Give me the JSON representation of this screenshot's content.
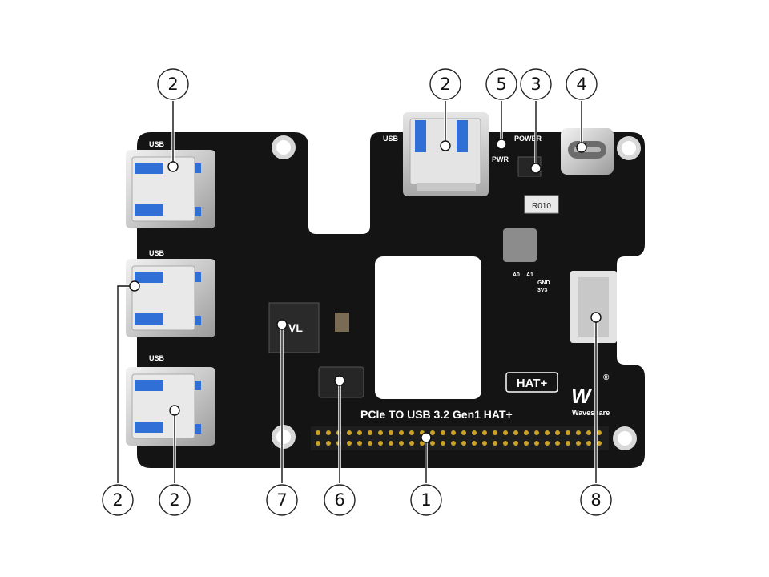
{
  "board": {
    "title": "PCIe TO USB 3.2 Gen1 HAT+",
    "hat_badge": "HAT+",
    "brand": "Waveshare",
    "brand_mark": "W",
    "registered": "®",
    "power_label": "POWER",
    "pwr_label": "PWR",
    "usb_label": "USB",
    "resistor_code": "R010",
    "pin_a0": "A0",
    "pin_a1": "A1",
    "pin_gnd": "GND",
    "pin_3v3": "3V3",
    "chip_mark": "VL",
    "colors": {
      "pcb": "#141414",
      "usb_blue": "#2f6fd6",
      "silkscreen": "#ffffff"
    }
  },
  "callouts": [
    {
      "label": "2"
    },
    {
      "label": "2"
    },
    {
      "label": "5"
    },
    {
      "label": "3"
    },
    {
      "label": "4"
    },
    {
      "label": "2"
    },
    {
      "label": "2"
    },
    {
      "label": "7"
    },
    {
      "label": "6"
    },
    {
      "label": "1"
    },
    {
      "label": "8"
    }
  ]
}
